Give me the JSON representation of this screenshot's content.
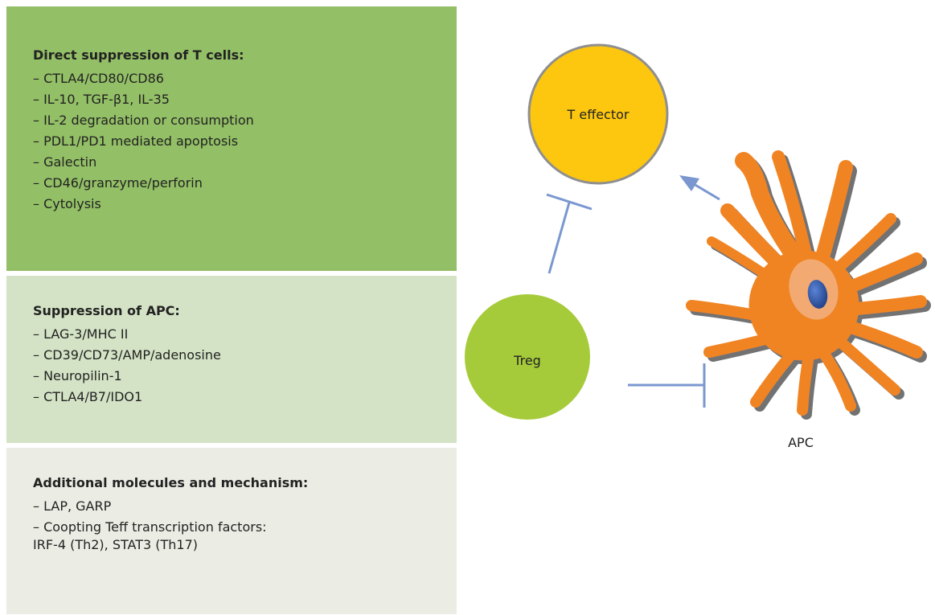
{
  "panels": {
    "direct": {
      "title": "Direct suppression of T cells:",
      "items": [
        "– CTLA4/CD80/CD86",
        "– IL-10, TGF-β1, IL-35",
        "– IL-2 degradation or consumption",
        "– PDL1/PD1 mediated apoptosis",
        "– Galectin",
        "– CD46/granzyme/perforin",
        "– Cytolysis"
      ]
    },
    "apc": {
      "title": "Suppression of APC:",
      "items": [
        "– LAG-3/MHC II",
        "– CD39/CD73/AMP/adenosine",
        "– Neuropilin-1",
        "– CTLA4/B7/IDO1"
      ]
    },
    "additional": {
      "title": "Additional molecules and mechanism:",
      "items": [
        "– LAP, GARP",
        "– Coopting Teff transcription factors:",
        "IRF-4 (Th2), STAT3 (Th17)"
      ]
    }
  },
  "diagram": {
    "t_effector_label": "T effector",
    "treg_label": "Treg",
    "apc_label": "APC"
  },
  "colors": {
    "panel_green": "#93bf66",
    "panel_light_green": "#d4e3c5",
    "panel_pale": "#ebede4",
    "t_effector_fill": "#fdc70f",
    "treg_fill": "#a6cb3a",
    "apc_fill": "#f08423",
    "nucleus_fill": "#2e56a6",
    "arrow_color": "#7a97cf"
  }
}
